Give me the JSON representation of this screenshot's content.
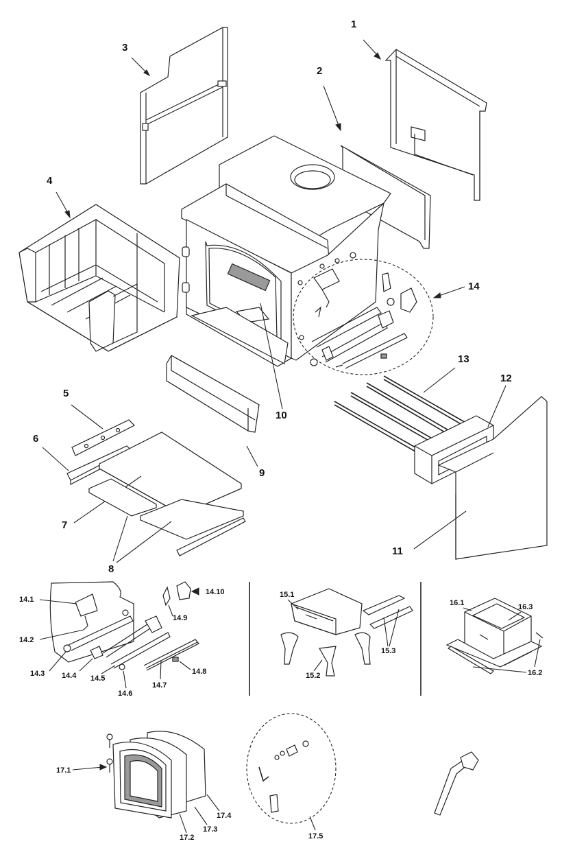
{
  "labels": {
    "l1": "1",
    "l2": "2",
    "l3": "3",
    "l4": "4",
    "l5": "5",
    "l6": "6",
    "l7": "7",
    "l8": "8",
    "l9": "9",
    "l10": "10",
    "l11": "11",
    "l12": "12",
    "l13": "13",
    "l14": "14",
    "l14_1": "14.1",
    "l14_2": "14.2",
    "l14_3": "14.3",
    "l14_4": "14.4",
    "l14_5": "14.5",
    "l14_6": "14.6",
    "l14_7": "14.7",
    "l14_8": "14.8",
    "l14_9": "14.9",
    "l14_10": "14.10",
    "l15_1": "15.1",
    "l15_2": "15.2",
    "l15_3": "15.3",
    "l16_1": "16.1",
    "l16_2": "16.2",
    "l16_3": "16.3",
    "l17_1": "17.1",
    "l17_2": "17.2",
    "l17_3": "17.3",
    "l17_4": "17.4",
    "l17_5": "17.5"
  }
}
